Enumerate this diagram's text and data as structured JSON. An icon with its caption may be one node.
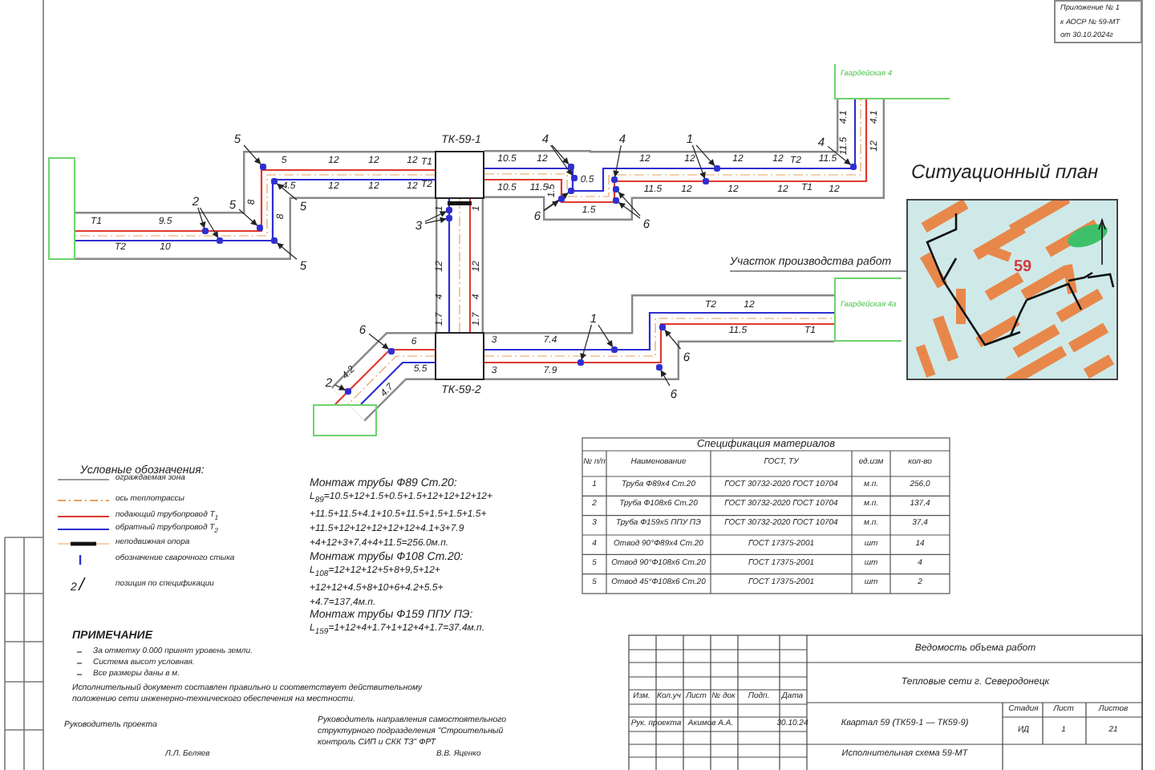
{
  "diagram": {
    "nodes": [
      {
        "text": [
          "ТК-59-1"
        ]
      },
      {
        "text": [
          "ТК-59-2"
        ]
      },
      {
        "text": [
          "Гвардейская 4"
        ]
      },
      {
        "text": [
          "Гвардейская 4а"
        ]
      },
      {
        "text": [],
        "shape": "box"
      },
      {
        "text": [],
        "shape": "box"
      },
      {
        "text": [
          "Ситуационный план",
          "59"
        ]
      },
      {
        "text": [
          "Участок производства работ"
        ]
      },
      {
        "text": [
          "Приложение № 1",
          "к АОСР № 59-МТ",
          "от 30.10.2024г"
        ]
      },
      {
        "text": [
          "5"
        ]
      },
      {
        "text": [
          "2"
        ]
      },
      {
        "text": [
          "5"
        ]
      },
      {
        "text": [
          "5"
        ]
      },
      {
        "text": [
          "5"
        ]
      },
      {
        "text": [
          "3"
        ]
      },
      {
        "text": [
          "4"
        ]
      },
      {
        "text": [
          "6"
        ]
      },
      {
        "text": [
          "6"
        ]
      },
      {
        "text": [
          "2"
        ]
      },
      {
        "text": [
          "4"
        ]
      },
      {
        "text": [
          "1"
        ]
      },
      {
        "text": [
          "6"
        ]
      },
      {
        "text": [
          "4"
        ]
      },
      {
        "text": [
          "1"
        ]
      },
      {
        "text": [
          "6"
        ]
      },
      {
        "text": [
          "6"
        ]
      },
      {
        "text": [],
        "shape": "circle"
      },
      {
        "text": [],
        "shape": "circle"
      },
      {
        "text": [],
        "shape": "circle"
      },
      {
        "text": [],
        "shape": "circle"
      },
      {
        "text": [],
        "shape": "circle"
      },
      {
        "text": [],
        "shape": "circle"
      },
      {
        "text": [],
        "shape": "circle"
      },
      {
        "text": [],
        "shape": "circle"
      },
      {
        "text": [],
        "shape": "circle"
      },
      {
        "text": [],
        "shape": "circle"
      },
      {
        "text": [],
        "shape": "circle"
      },
      {
        "text": [],
        "shape": "circle"
      },
      {
        "text": [],
        "shape": "circle"
      },
      {
        "text": [],
        "shape": "circle"
      },
      {
        "text": [],
        "shape": "circle"
      },
      {
        "text": [],
        "shape": "circle"
      },
      {
        "text": [],
        "shape": "circle"
      },
      {
        "text": [],
        "shape": "circle"
      },
      {
        "text": [],
        "shape": "circle"
      },
      {
        "text": [],
        "shape": "circle"
      },
      {
        "text": [],
        "shape": "circle"
      },
      {
        "text": [],
        "shape": "circle"
      },
      {
        "text": [],
        "shape": "circle"
      },
      {
        "text": [],
        "shape": "circle"
      }
    ],
    "edges": [
      {
        "from": 0,
        "to": 4,
        "arrow": "none",
        "color": "#e0392f"
      },
      {
        "from": 0,
        "to": 4,
        "arrow": "none",
        "color": "#2f2fd0"
      },
      {
        "from": 0,
        "to": 2,
        "arrow": "none",
        "color": "#2f2fd0"
      },
      {
        "from": 0,
        "to": 2,
        "arrow": "none",
        "color": "#e0392f"
      },
      {
        "from": 0,
        "to": 1,
        "arrow": "none",
        "color": "#2f2fd0"
      },
      {
        "from": 0,
        "to": 1,
        "arrow": "none",
        "color": "#e0392f"
      },
      {
        "from": 1,
        "to": 3,
        "arrow": "none",
        "color": "#2f2fd0"
      },
      {
        "from": 1,
        "to": 3,
        "arrow": "none",
        "color": "#e0392f"
      },
      {
        "from": 1,
        "to": 5,
        "arrow": "none",
        "color": "#e0392f"
      },
      {
        "from": 1,
        "to": 5,
        "arrow": "none",
        "color": "#2f2fd0"
      },
      {
        "from": 7,
        "to": 6,
        "arrow": "none"
      },
      {
        "from": 9,
        "to": 26,
        "arrow": "to"
      },
      {
        "from": 10,
        "to": 27,
        "arrow": "to"
      },
      {
        "from": 10,
        "to": 28,
        "arrow": "to"
      },
      {
        "from": 11,
        "to": 29,
        "arrow": "to"
      },
      {
        "from": 12,
        "to": 30,
        "arrow": "to"
      },
      {
        "from": 13,
        "to": 31,
        "arrow": "to"
      },
      {
        "from": 14,
        "to": 32,
        "arrow": "to"
      },
      {
        "from": 14,
        "to": 33,
        "arrow": "to"
      },
      {
        "from": 15,
        "to": 34,
        "arrow": "to"
      },
      {
        "from": 15,
        "to": 35,
        "arrow": "to"
      },
      {
        "from": 16,
        "to": 36,
        "arrow": "to"
      },
      {
        "from": 16,
        "to": 37,
        "arrow": "to"
      },
      {
        "from": 17,
        "to": 38,
        "arrow": "to"
      },
      {
        "from": 18,
        "to": 39,
        "arrow": "to"
      },
      {
        "from": 19,
        "to": 40,
        "arrow": "to"
      },
      {
        "from": 20,
        "to": 41,
        "arrow": "to"
      },
      {
        "from": 20,
        "to": 42,
        "arrow": "to"
      },
      {
        "from": 21,
        "to": 43,
        "arrow": "to"
      },
      {
        "from": 21,
        "to": 44,
        "arrow": "to"
      },
      {
        "from": 22,
        "to": 45,
        "arrow": "to"
      },
      {
        "from": 23,
        "to": 46,
        "arrow": "to"
      },
      {
        "from": 23,
        "to": 47,
        "arrow": "to"
      },
      {
        "from": 24,
        "to": 48,
        "arrow": "to"
      },
      {
        "from": 25,
        "to": 49,
        "arrow": "to"
      }
    ],
    "labels": [
      "5",
      "12",
      "12",
      "12",
      "T1",
      "4.5",
      "12",
      "12",
      "12",
      "T2",
      "8",
      "8",
      "T1",
      "9.5",
      "T2",
      "10",
      "10.5",
      "12",
      "10.5",
      "11.5",
      "1.5",
      "0.5",
      "1.5",
      "12",
      "12",
      "12",
      "12",
      "T2",
      "11.5",
      "11.5",
      "12",
      "12",
      "12",
      "T1",
      "12",
      "4.1",
      "11.5",
      "4.1",
      "12",
      "1",
      "12",
      "4",
      "1.7",
      "1",
      "12",
      "4",
      "1.7",
      "3",
      "7.4",
      "3",
      "7.9",
      "T2",
      "12",
      "11.5",
      "T1",
      "6",
      "5.5",
      "4.2",
      "4.7",
      "Условные обозначения:",
      "2",
      "Монтаж трубы Ф89 Ст.20:",
      "L$_{89}$=10.5+12+1.5+0.5+1.5+12+12+12+12+ +11.5+11.5+4.1+10.5+11.5+1.5+1.5+1.5+ +11.5+12+12+12+12+12+4.1+3+7.9 +4+12+3+7.4+4+11.5=256.0м.п.",
      "Монтаж трубы Ф108 Ст.20:",
      "L$_{108}$=12+12+12+5+8+9,5+12+ +12+12+4.5+8+10+6+4.2+5.5+ +4.7=137,4м.п.",
      "Монтаж трубы Ф159 ППУ ПЭ:",
      "L$_{159}$=1+12+4+1.7+1+12+4+1.7=37.4м.п.",
      "ПРИМЕЧАНИЕ",
      "За отметку 0.000 принят уровень земли.",
      "Система высот условная.",
      "Все размеры даны в м.",
      "Исполнительный документ составлен правильно и соответствует действительному положению сети инженерно-технического обеспечения на местности.",
      "Руководитель проекта",
      "Руководитель направления самостоятельного структурного подразделения \"Строительный контроль СИП и СКК ТЗ\" ФРТ",
      "Л.Л. Беляев",
      "В.В. Яценко",
      "Спецификация материалов",
      "№ п/п",
      "Наименование",
      "ГОСТ, ТУ",
      "ед.изм",
      "кол-во",
      "1",
      "Труба Ф89х4 Ст.20",
      "ГОСТ 30732-2020 ГОСТ 10704",
      "м.п.",
      "256,0",
      "2",
      "Труба Ф108х6 Ст.20",
      "ГОСТ 30732-2020 ГОСТ 10704",
      "м.п.",
      "137,4",
      "3",
      "Труба Ф159х5 ППУ ПЭ",
      "ГОСТ 30732-2020 ГОСТ 10704",
      "м.п.",
      "37,4",
      "4",
      "Отвод 90°Ф89х4 Ст.20",
      "ГОСТ 17375-2001",
      "шт",
      "14",
      "5",
      "Отвод 90°Ф108х6 Ст.20",
      "ГОСТ 17375-2001",
      "шт",
      "4",
      "5",
      "Отвод 45°Ф108х6 Ст.20",
      "ГОСТ 17375-2001",
      "шт",
      "2",
      "Ведомость объема работ",
      "Тепловые сети г. Северодонецк",
      "Изм.",
      "Кол.уч",
      "Лист",
      "№ док",
      "Подп.",
      "Дата",
      "Стадия",
      "Лист",
      "Листов",
      "Рук. проекта",
      "Акимов А.А.",
      "30.10.24",
      "Квартал 59 (ТК59-1 — ТК59-9)",
      "ИД",
      "1",
      "21",
      "Исполнительная схема 59-МТ"
    ],
    "legend": [
      {
        "text": "ограждаемая зона"
      },
      {
        "text": "ось теплотрассы"
      },
      {
        "text": "подающий трубопровод T$_{1}$"
      },
      {
        "text": "обратный трубопровод T$_{2}$"
      },
      {
        "text": "неподвижная опора"
      },
      {
        "text": "обозначение сварочного стыка"
      },
      {
        "text": "позиция по спецификации"
      }
    ]
  }
}
